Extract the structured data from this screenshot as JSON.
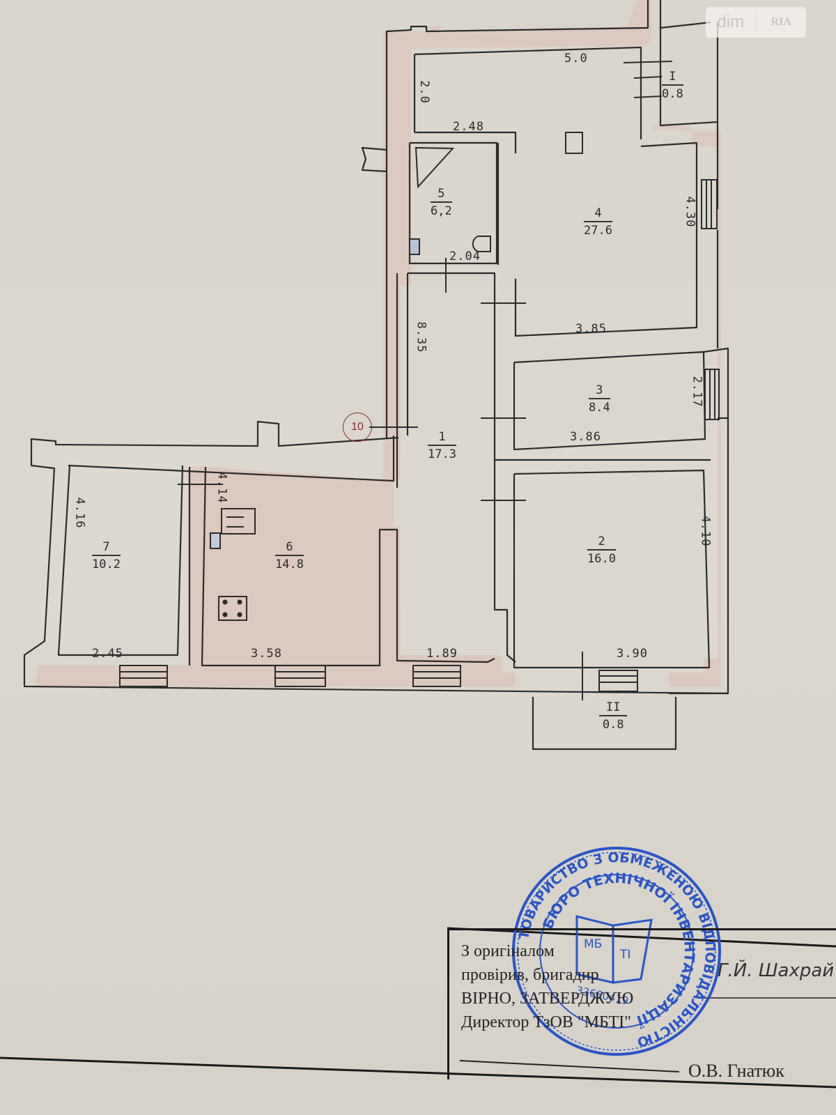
{
  "watermark": {
    "left": "dim",
    "right": "RIA"
  },
  "plan": {
    "marker_circle": "10",
    "rooms": [
      {
        "id": "room-1",
        "number": "1",
        "area": "17.3"
      },
      {
        "id": "room-2",
        "number": "2",
        "area": "16.0"
      },
      {
        "id": "room-3",
        "number": "3",
        "area": "8.4"
      },
      {
        "id": "room-4",
        "number": "4",
        "area": "27.6"
      },
      {
        "id": "room-5",
        "number": "5",
        "area": "6,2"
      },
      {
        "id": "room-6",
        "number": "6",
        "area": "14.8"
      },
      {
        "id": "room-7",
        "number": "7",
        "area": "10.2"
      },
      {
        "id": "room-I",
        "number": "I",
        "area": "0.8"
      },
      {
        "id": "room-II",
        "number": "II",
        "area": "0.8"
      }
    ],
    "dimensions": {
      "room4_top": "5.0",
      "room4_left": "2.0",
      "room5_top": "2.48",
      "room5_bottom": "2.04",
      "room4_right": "4.30",
      "room4_bottom": "3.85",
      "corridor_left": "8.35",
      "room3_right": "2.17",
      "room3_bottom": "3.86",
      "room7_left": "4.16",
      "room6_left": "4.14",
      "room2_right": "4.10",
      "room7_bottom": "2.45",
      "room6_bottom": "3.58",
      "room1_bottom": "1.89",
      "room2_bottom": "3.90"
    }
  },
  "certification": {
    "line1": "З оригіналом",
    "line2": "провірив, бригадир",
    "line3": "ВІРНО, ЗАТВЕРДЖУЮ",
    "line4": "Директор ТзОВ \"МБТІ\"",
    "brigadier_signature": "Г.Й. Шахрай",
    "director_name": "О.В. Гнатюк"
  },
  "stamp": {
    "outer_text": "ТОВАРИСТВО З ОБМЕЖЕНОЮ ВІДПОВІДАЛЬНІСТЮ",
    "inner_text": "БЮРО ТЕХНІЧНОЇ ІНВЕНТАРИЗАЦІЇ",
    "logo_left": "МБ",
    "logo_right": "ТІ",
    "code": "33680419"
  },
  "colors": {
    "wall_fill": "#dcc9bf",
    "line": "#2b2b2b",
    "stamp": "#2a55c8",
    "marker": "#8a2a2a"
  }
}
